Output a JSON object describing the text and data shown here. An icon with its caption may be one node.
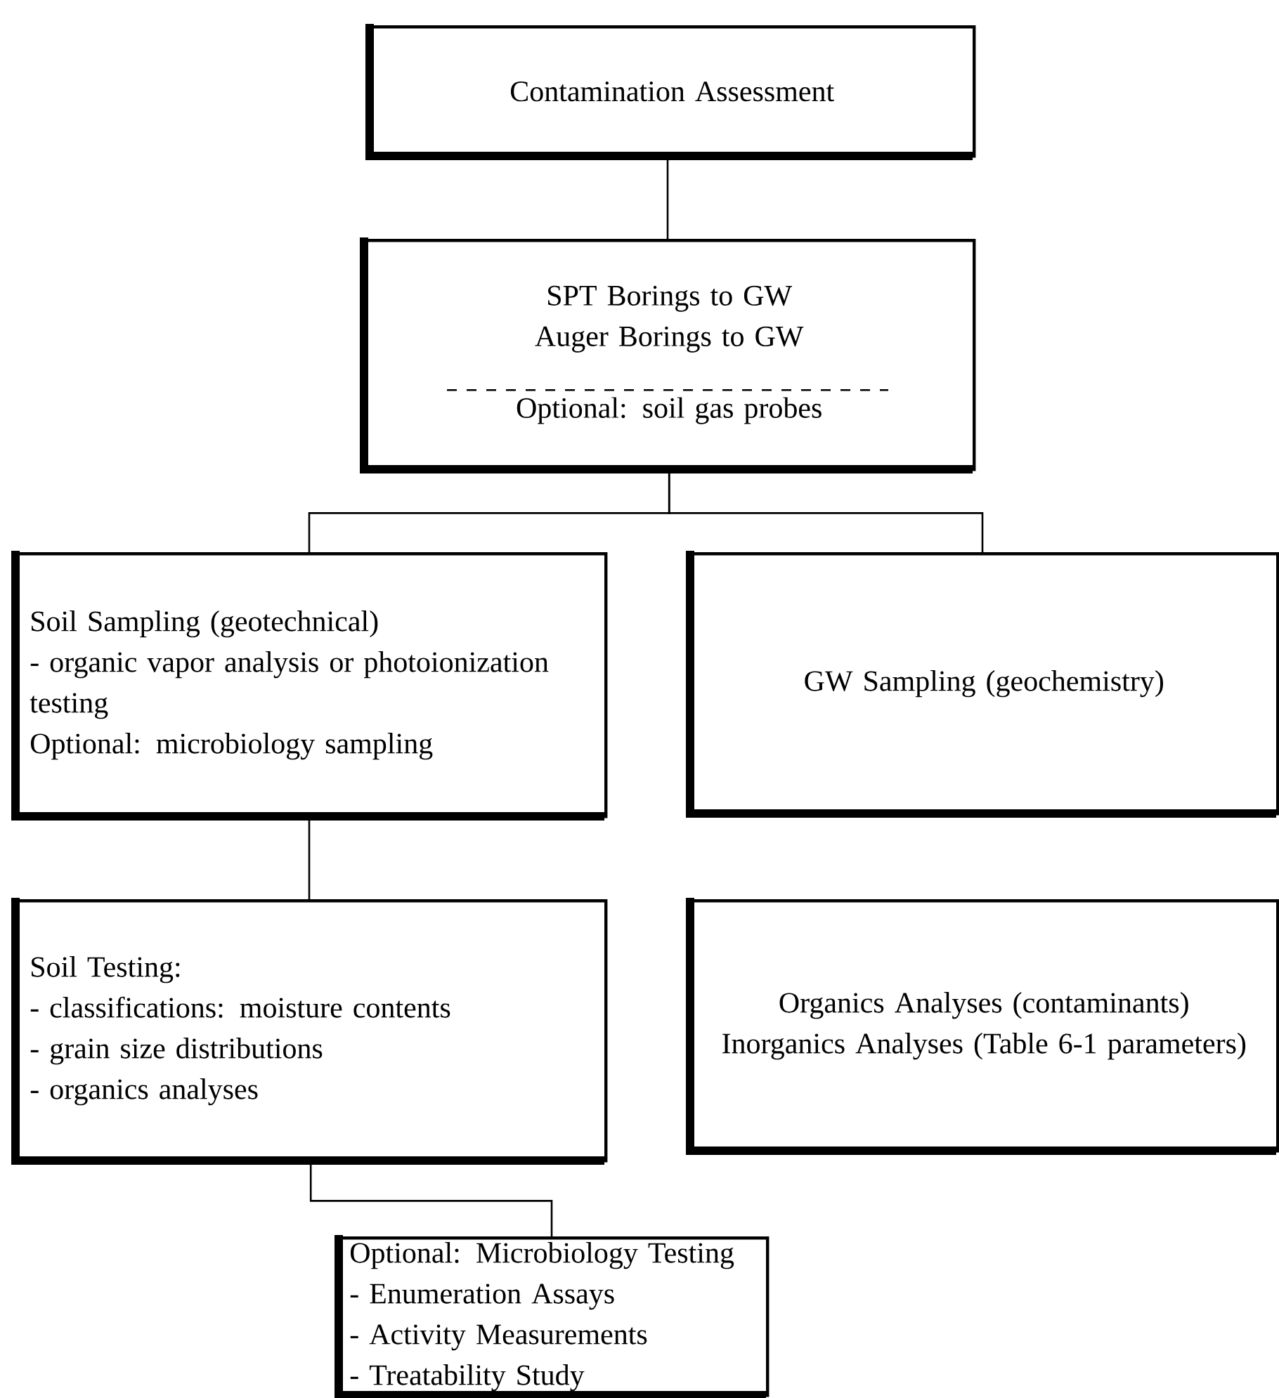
{
  "diagram": {
    "nodes": [
      {
        "text": [
          "Contamination Assessment"
        ]
      },
      {
        "text": [
          "SPT Borings to GW",
          "Auger Borings to GW",
          "Optional:  soil gas probes"
        ]
      },
      {
        "text": [
          "Soil Sampling (geotechnical)",
          "- organic vapor analysis or photoionization testing",
          "Optional:  microbiology sampling"
        ]
      },
      {
        "text": [
          "GW Sampling (geochemistry)"
        ]
      },
      {
        "text": [
          "Soil Testing:",
          "- classifications: moisture contents",
          "- grain size distributions",
          "- organics analyses"
        ]
      },
      {
        "text": [
          "Organics Analyses (contaminants)",
          "Inorganics Analyses (Table 6-1 parameters)"
        ]
      },
      {
        "text": [
          "Optional:  Microbiology Testing",
          "- Enumeration Assays",
          "- Activity Measurements",
          "- Treatability Study"
        ]
      }
    ],
    "edges": [
      {
        "from": 0,
        "to": 1,
        "arrow": "none"
      },
      {
        "from": 1,
        "to": 2,
        "arrow": "none"
      },
      {
        "from": 1,
        "to": 3,
        "arrow": "none"
      },
      {
        "from": 2,
        "to": 4,
        "arrow": "none"
      },
      {
        "from": 4,
        "to": 6,
        "arrow": "none"
      }
    ]
  }
}
